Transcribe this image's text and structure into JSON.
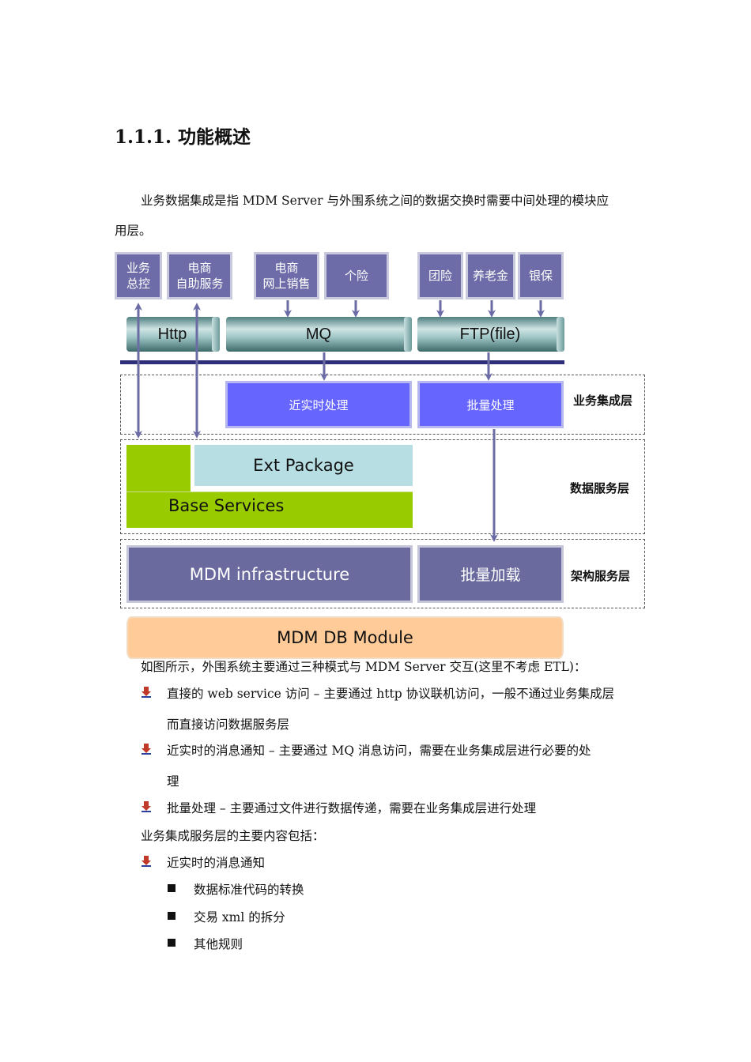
{
  "heading": "1.1.1. 功能概述",
  "intro": {
    "line1": "业务数据集成是指 MDM Server 与外围系统之间的数据交换时需要中间处理的模块应",
    "line2": "用层。"
  },
  "diagram": {
    "systems": {
      "biz_control": [
        "业务",
        "总控"
      ],
      "ecom_self": [
        "电商",
        "自助服务"
      ],
      "ecom_online": [
        "电商",
        "网上销售"
      ],
      "individual": "个险",
      "group": "团险",
      "pension": "养老金",
      "bank": "银保"
    },
    "channels": {
      "http": "Http",
      "mq": "MQ",
      "ftp": "FTP(file)"
    },
    "layers": {
      "integration": "业务集成层",
      "data_service": "数据服务层",
      "framework": "架构服务层"
    },
    "near_realtime": "近实时处理",
    "batch": "批量处理",
    "ext_package": "Ext Package",
    "base_services": "Base Services",
    "mdm_infra": "MDM infrastructure",
    "batch_load": "批量加载",
    "db_module": "MDM DB Module",
    "colors": {
      "system_box": "#6d6ca8",
      "process_box": "#6666ff",
      "base_services": "#99cc00",
      "ext_package": "#b7dee3",
      "infra": "#6a6a9e",
      "db": "#ffcc99",
      "arrow": "#6b6ba6",
      "bus_line": "#2e2e7a"
    }
  },
  "after_diagram": "如图所示，外围系统主要通过三种模式与 MDM Server 交互(这里不考虑 ETL)：",
  "modes": [
    {
      "line1": "直接的 web service 访问  –  主要通过 http 协议联机访问，一般不通过业务集成层",
      "line2": "而直接访问数据服务层"
    },
    {
      "line1": "近实时的消息通知  –  主要通过 MQ 消息访问，需要在业务集成层进行必要的处",
      "line2": "理"
    },
    {
      "line1": "批量处理  –  主要通过文件进行数据传递，需要在业务集成层进行处理"
    }
  ],
  "content_intro": "业务集成服务层的主要内容包括：",
  "content_item": "近实时的消息通知",
  "sub_items": [
    "数据标准代码的转换",
    "交易 xml 的拆分",
    "其他规则"
  ]
}
